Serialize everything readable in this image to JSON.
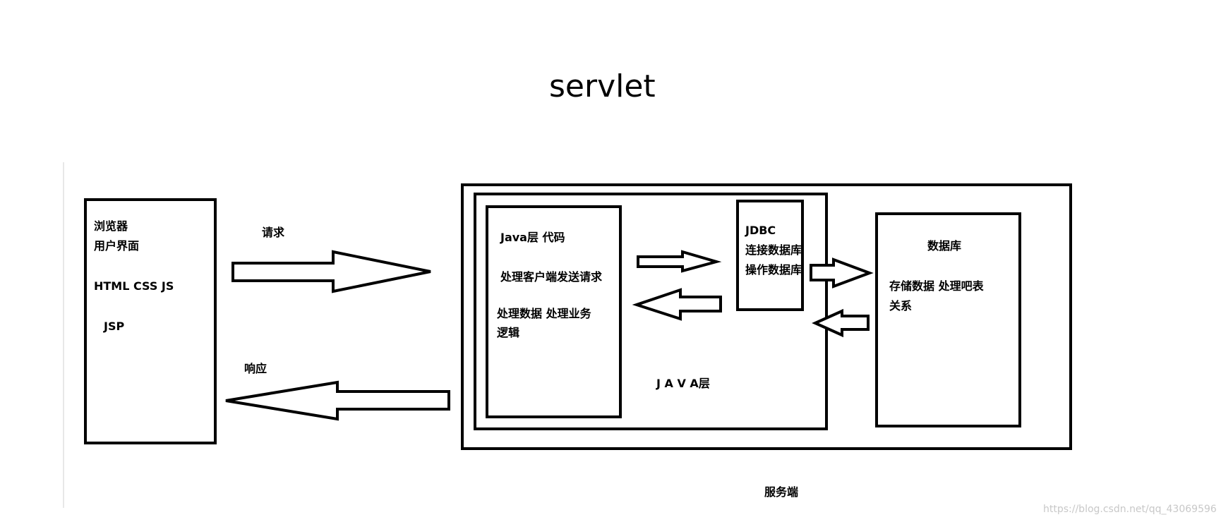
{
  "title": "servlet",
  "client": {
    "line1": "浏览器",
    "line2": "用户界面",
    "line3": "HTML CSS  JS",
    "line4": "JSP"
  },
  "arrows": {
    "request": "请求",
    "response": "响应"
  },
  "java_code": {
    "heading": "Java层  代码",
    "line1": "处理客户端发送请求",
    "line2": "处理数据    处理业务",
    "line3": "逻辑"
  },
  "jdbc": {
    "heading": "JDBC",
    "line1": "连接数据库",
    "line2": "操作数据库"
  },
  "java_layer_label": "J A V A层",
  "database": {
    "heading": "数据库",
    "line1": "存储数据    处理吧表",
    "line2": "关系"
  },
  "server_label": "服务端",
  "watermark": "https://blog.csdn.net/qq_43069596"
}
